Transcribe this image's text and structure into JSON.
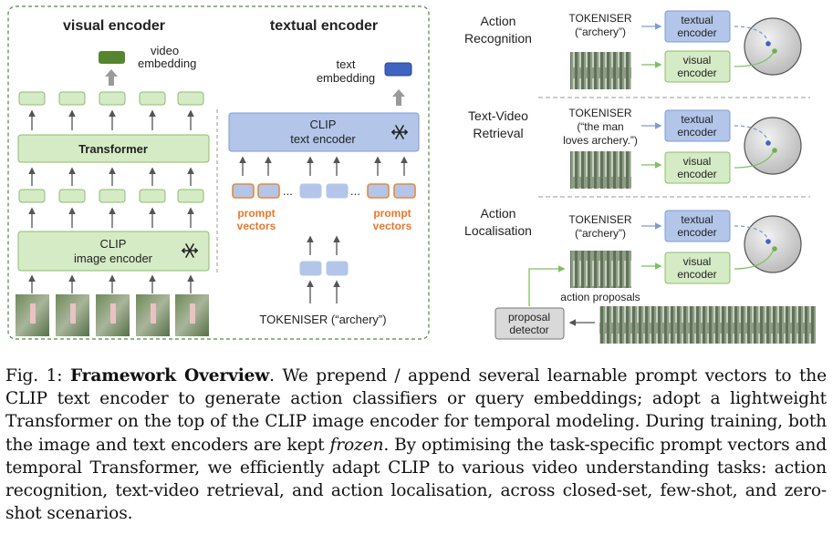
{
  "left_panel": {
    "visual_encoder_title": "visual encoder",
    "textual_encoder_title": "textual encoder",
    "video_embedding_label_line1": "video",
    "video_embedding_label_line2": "embedding",
    "transformer_label": "Transformer",
    "image_encoder_line1": "CLIP",
    "image_encoder_line2": "image encoder",
    "text_embedding_label_line1": "text",
    "text_embedding_label_line2": "embedding",
    "text_encoder_line1": "CLIP",
    "text_encoder_line2": "text encoder",
    "prompt_vectors_line1": "prompt",
    "prompt_vectors_line2": "vectors",
    "ellipsis": "...",
    "tokeniser_label": "TOKENISER (“archery”)",
    "freeze_icon": "snowflake-icon"
  },
  "right_panel": {
    "rows": [
      {
        "task_line1": "Action",
        "task_line2": "Recognition",
        "tokeniser_line1": "TOKENISER",
        "tokeniser_line2": "(“archery”)",
        "tokeniser_line3": "",
        "textual_line1": "textual",
        "textual_line2": "encoder",
        "visual_line1": "visual",
        "visual_line2": "encoder"
      },
      {
        "task_line1": "Text-Video",
        "task_line2": "Retrieval",
        "tokeniser_line1": "TOKENISER",
        "tokeniser_line2": "(“the man",
        "tokeniser_line3": "loves archery.”)",
        "textual_line1": "textual",
        "textual_line2": "encoder",
        "visual_line1": "visual",
        "visual_line2": "encoder"
      },
      {
        "task_line1": "Action",
        "task_line2": "Localisation",
        "tokeniser_line1": "TOKENISER",
        "tokeniser_line2": "(“archery”)",
        "tokeniser_line3": "",
        "textual_line1": "textual",
        "textual_line2": "encoder",
        "visual_line1": "visual",
        "visual_line2": "encoder"
      }
    ],
    "action_proposals_label": "action proposals",
    "proposal_detector_line1": "proposal",
    "proposal_detector_line2": "detector"
  },
  "caption": {
    "fig_label": "Fig. 1:",
    "title": "Framework Overview",
    "text_part1": ". We prepend / append several learnable prompt vectors to the CLIP text encoder to generate action classifiers or query embeddings; adopt a lightweight Transformer on the top of the CLIP image encoder for temporal modeling. During training, both the image and text encoders are kept ",
    "frozen_word": "frozen",
    "text_part2": ". By optimising the task-specific prompt vectors and temporal Transformer, we efficiently adapt CLIP to various video understanding tasks: action recognition, text-video retrieval, and action localisation, across closed-set, few-shot, and zero-shot scenarios."
  },
  "colors": {
    "green_fill": "#d5ebc6",
    "green_stroke": "#8cbc6c",
    "blue_fill": "#b3c6ea",
    "blue_stroke": "#7f9bd2",
    "orange_stroke": "#e8883a",
    "orange_text": "#e8782a",
    "video_embedding": "#55862f",
    "text_embedding": "#3f63c0",
    "dashed_border": "#4f8a3c",
    "arrow_gray": "#555555"
  }
}
